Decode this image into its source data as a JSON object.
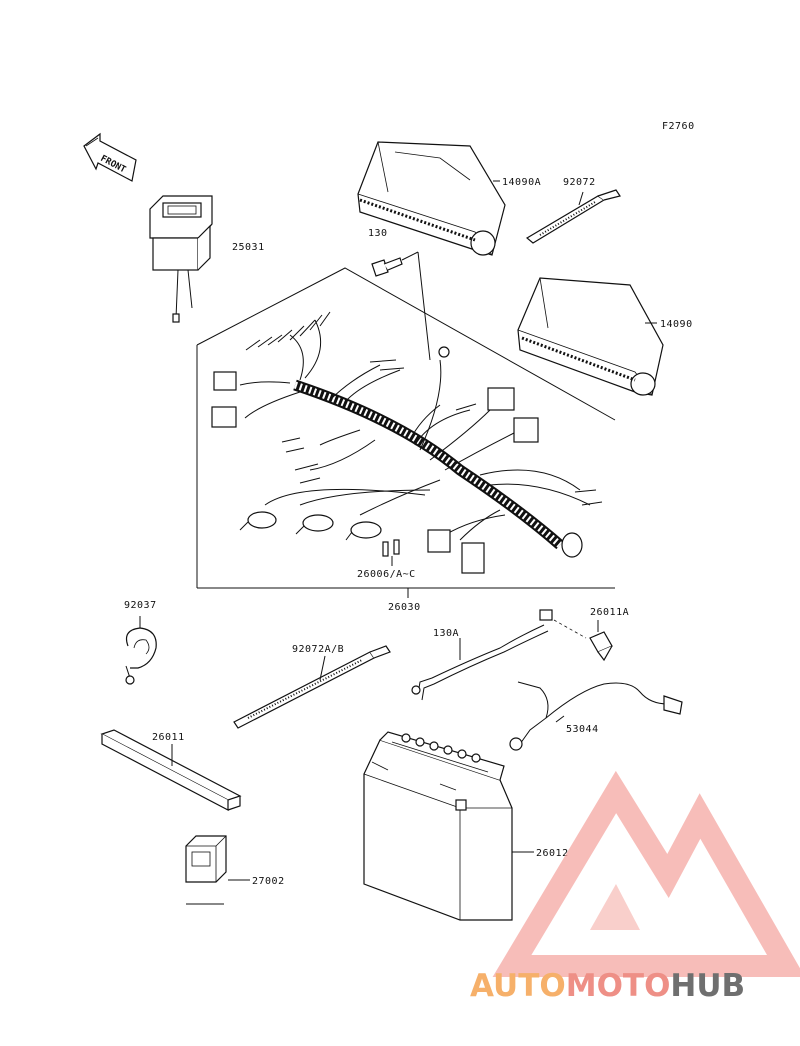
{
  "figure_code": "F2760",
  "front_label": "FRONT",
  "parts": [
    {
      "id": "14090a",
      "label": "14090A"
    },
    {
      "id": "92072",
      "label": "92072"
    },
    {
      "id": "25031",
      "label": "25031"
    },
    {
      "id": "130",
      "label": "130"
    },
    {
      "id": "14090",
      "label": "14090"
    },
    {
      "id": "26006",
      "label": "26006/A~C"
    },
    {
      "id": "26030",
      "label": "26030"
    },
    {
      "id": "92037",
      "label": "92037"
    },
    {
      "id": "92072ab",
      "label": "92072A/B"
    },
    {
      "id": "26011",
      "label": "26011"
    },
    {
      "id": "130a",
      "label": "130A"
    },
    {
      "id": "26011a",
      "label": "26011A"
    },
    {
      "id": "53044",
      "label": "53044"
    },
    {
      "id": "26012",
      "label": "26012"
    },
    {
      "id": "27002",
      "label": "27002"
    }
  ],
  "watermark": {
    "part1": "AUTO",
    "part2": "MOTO",
    "part3": "HUB",
    "color1": "#f6b06a",
    "color2": "#ee8f86",
    "color3": "#6f6f6f"
  }
}
